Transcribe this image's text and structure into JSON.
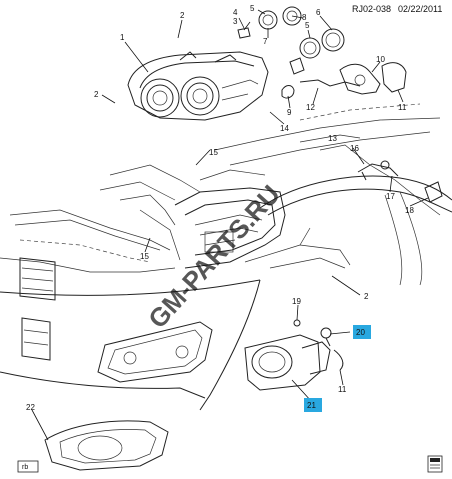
{
  "header": {
    "ref_code": "RJ02-038",
    "date": "02/22/2011"
  },
  "watermark": "GM-PARTS.RU",
  "corner_tag": "rb",
  "callouts": [
    {
      "id": "c1",
      "label": "1"
    },
    {
      "id": "c2a",
      "label": "2"
    },
    {
      "id": "c2b",
      "label": "2"
    },
    {
      "id": "c2c",
      "label": "2"
    },
    {
      "id": "c3",
      "label": "3"
    },
    {
      "id": "c4",
      "label": "4"
    },
    {
      "id": "c5a",
      "label": "5"
    },
    {
      "id": "c5b",
      "label": "5"
    },
    {
      "id": "c6",
      "label": "6"
    },
    {
      "id": "c7",
      "label": "7"
    },
    {
      "id": "c8",
      "label": "8"
    },
    {
      "id": "c9",
      "label": "9"
    },
    {
      "id": "c10",
      "label": "10"
    },
    {
      "id": "c11a",
      "label": "11"
    },
    {
      "id": "c11b",
      "label": "11"
    },
    {
      "id": "c12",
      "label": "12"
    },
    {
      "id": "c13",
      "label": "13"
    },
    {
      "id": "c14",
      "label": "14"
    },
    {
      "id": "c15a",
      "label": "15"
    },
    {
      "id": "c15b",
      "label": "15"
    },
    {
      "id": "c16",
      "label": "16"
    },
    {
      "id": "c17",
      "label": "17"
    },
    {
      "id": "c18",
      "label": "18"
    },
    {
      "id": "c19",
      "label": "19"
    },
    {
      "id": "c20",
      "label": "20"
    },
    {
      "id": "c21",
      "label": "21"
    },
    {
      "id": "c22",
      "label": "22"
    }
  ],
  "colors": {
    "highlight": "#29a8e0",
    "watermark": "#9fc8f0"
  }
}
